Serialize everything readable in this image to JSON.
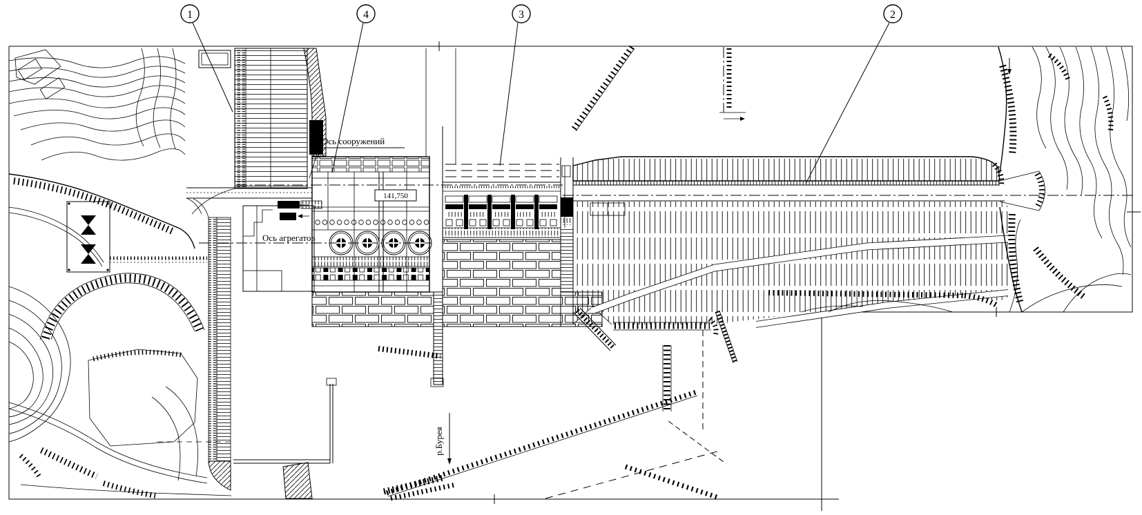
{
  "drawing": {
    "callouts": [
      {
        "number": "1"
      },
      {
        "number": "4"
      },
      {
        "number": "3"
      },
      {
        "number": "2"
      }
    ],
    "labels": {
      "axis_structures": "Ось сооружений",
      "axis_units": "Ось агрегатов",
      "river": "р.Бурея",
      "crest_elevation": "141,750"
    },
    "colors": {
      "ink": "#000000",
      "paper": "#ffffff"
    }
  }
}
